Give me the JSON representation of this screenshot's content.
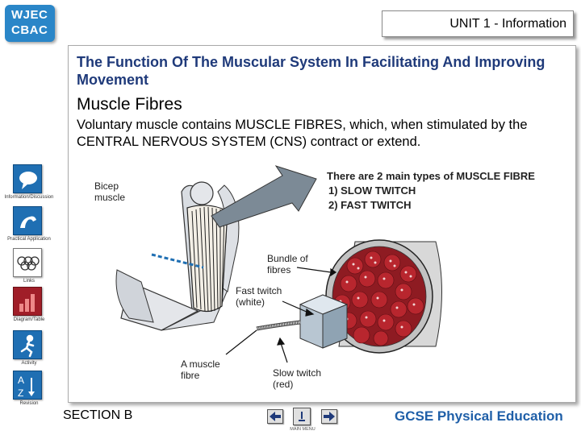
{
  "logo": {
    "line1": "WJEC",
    "line2": "CBAC"
  },
  "unit_label": "UNIT 1 - Information",
  "title": "The Function Of The Muscular System In Facilitating And Improving Movement",
  "subtitle": "Muscle Fibres",
  "intro": "Voluntary muscle contains MUSCLE FIBRES, which, when stimulated by the CENTRAL NERVOUS SYSTEM (CNS) contract or extend.",
  "types": {
    "heading": "There are 2 main types of MUSCLE FIBRE",
    "item1": "1)  SLOW TWITCH",
    "item2": "2)  FAST TWITCH"
  },
  "diagram_labels": {
    "bicep": "Bicep muscle",
    "bundle": "Bundle of fibres",
    "fast": "Fast twitch (white)",
    "fibre": "A muscle fibre",
    "slow": "Slow twitch (red)"
  },
  "sidebar": {
    "items": [
      {
        "label": "Information/Discussion",
        "icon": "speech-bubble-icon"
      },
      {
        "label": "Practical Application",
        "icon": "flexed-arm-icon"
      },
      {
        "label": "Links",
        "icon": "olympic-rings-icon"
      },
      {
        "label": "Diagram/Table",
        "icon": "bar-chart-icon"
      },
      {
        "label": "Activity",
        "icon": "runner-icon"
      },
      {
        "label": "Revision",
        "icon": "a-to-z-icon"
      }
    ]
  },
  "footer": {
    "section": "SECTION B",
    "main_menu": "MAIN MENU",
    "brand": "GCSE Physical Education"
  },
  "colors": {
    "accent_blue": "#1f6fb3",
    "title_blue": "#1f3a7a",
    "brand_blue": "#1f5fa8",
    "fibre_red": "#8e1b22"
  }
}
